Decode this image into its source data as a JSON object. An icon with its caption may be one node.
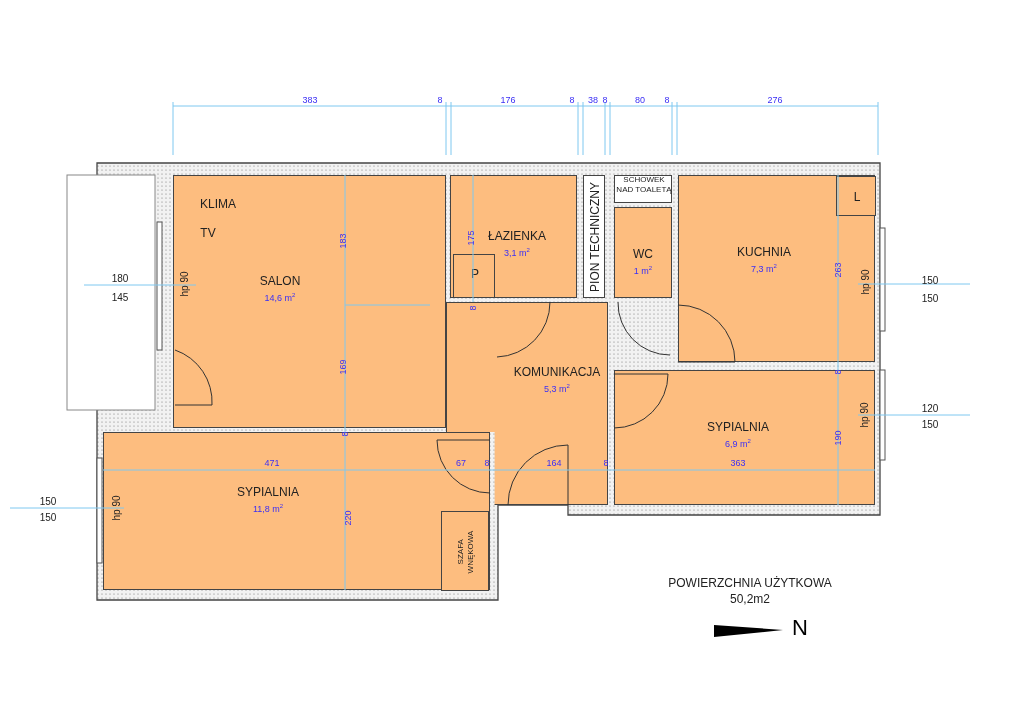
{
  "diagram": {
    "nodes": [
      {
        "text": [
          "SALON",
          "14,6 m$^{2}$"
        ]
      },
      {
        "text": [
          "ŁAZIENKA",
          "3,1 m$^{2}$"
        ]
      },
      {
        "text": [
          "P"
        ],
        "in": 1
      },
      {
        "text": [
          "PION TECHNICZNY"
        ]
      },
      {
        "text": [
          "SCHOWEK NAD TOALETĄ"
        ]
      },
      {
        "text": [
          "WC",
          "1 m$^{2}$"
        ]
      },
      {
        "text": [
          "KUCHNIA",
          "7,3 m$^{2}$"
        ]
      },
      {
        "text": [
          "L"
        ],
        "in": 6
      },
      {
        "text": [
          "KOMUNIKACJA",
          "5,3 m$^{2}$"
        ]
      },
      {
        "text": [
          "SYPIALNIA",
          "6,9 m$^{2}$"
        ]
      },
      {
        "text": [
          "SYPIALNIA",
          "11,8 m$^{2}$"
        ]
      },
      {
        "text": [
          "SZAFA WNĘKOWA"
        ],
        "in": 10
      }
    ],
    "labels": [
      "383",
      "8",
      "176",
      "8",
      "38",
      "8",
      "80",
      "8",
      "276",
      "KLIMA",
      "TV",
      "183",
      "175",
      "180",
      "145",
      "hp 90",
      "169",
      "8",
      "hp 90",
      "263",
      "150",
      "150",
      "8",
      "hp 90",
      "190",
      "120",
      "150",
      "8",
      "471",
      "67",
      "8",
      "164",
      "8",
      "363",
      "150",
      "150",
      "hp 90",
      "220",
      "POWIERZCHNIA UŻYTKOWA",
      "50,2m2",
      "N"
    ]
  }
}
